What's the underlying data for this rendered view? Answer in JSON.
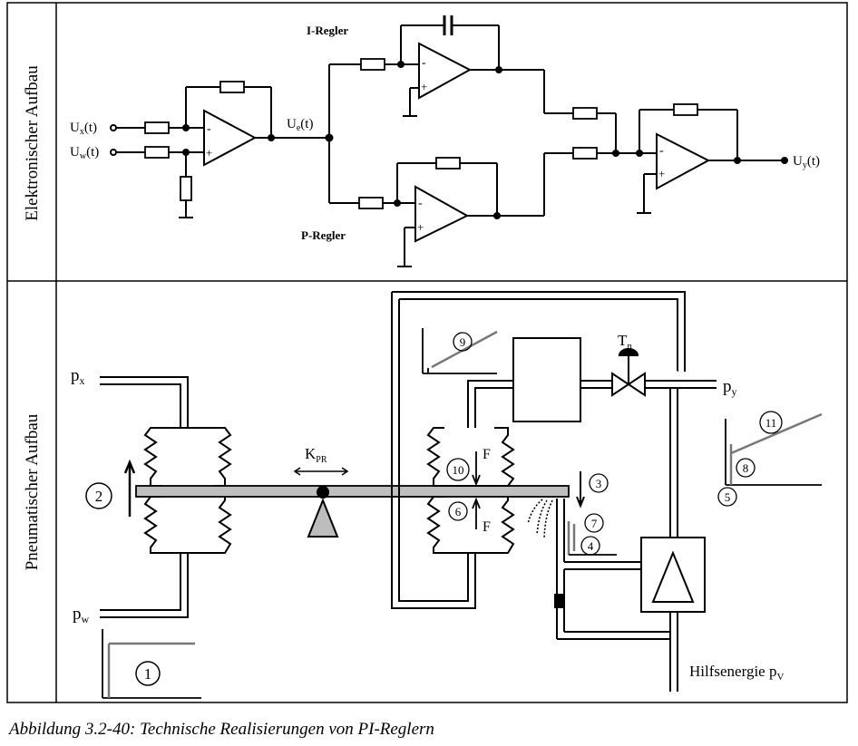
{
  "panels": {
    "electronic": "Elektronischer Aufbau",
    "pneumatic": "Pneumatischer Aufbau"
  },
  "electronic": {
    "i_regler": "I-Regler",
    "p_regler": "P-Regler",
    "ux": "U",
    "ux_sub": "x",
    "ux_suffix": "(t)",
    "uw": "U",
    "uw_sub": "w",
    "uw_suffix": "(t)",
    "ue": "U",
    "ue_sub": "e",
    "ue_suffix": "(t)",
    "uy": "U",
    "uy_sub": "y",
    "uy_suffix": "(t)",
    "minus": "-",
    "plus": "+"
  },
  "pneumatic": {
    "px": "p",
    "px_sub": "x",
    "pw": "p",
    "pw_sub": "w",
    "py": "p",
    "py_sub": "y",
    "kpr": "K",
    "kpr_sub": "PR",
    "tn": "T",
    "tn_sub": "n",
    "force_top": "F",
    "force_bottom": "F",
    "hilfsenergie": "Hilfsenergie p",
    "hilfsenergie_sub": "V",
    "markers": [
      "1",
      "2",
      "3",
      "4",
      "5",
      "6",
      "7",
      "8",
      "9",
      "10",
      "11"
    ]
  },
  "caption": "Abbildung 3.2-40: Technische Realisierungen von PI-Reglern"
}
